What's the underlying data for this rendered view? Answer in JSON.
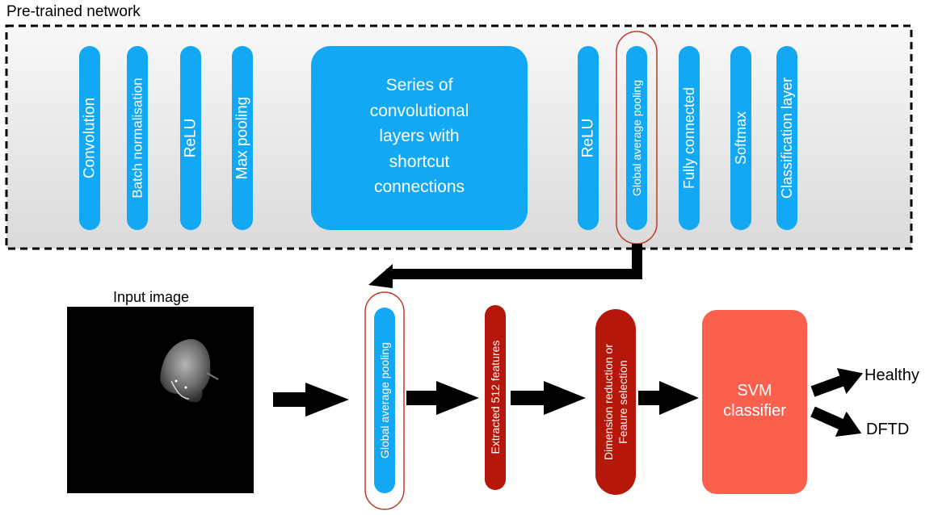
{
  "title": "Pre-trained network",
  "colors": {
    "layer_blue": "#12a8f4",
    "feature_red": "#b5170b",
    "svm_salmon": "#fb5f4e",
    "highlight_outline": "#c0392b",
    "frame_fill_top": "#f7f7f7",
    "frame_fill_bottom": "#dcdcdc",
    "arrow": "#000000"
  },
  "network": {
    "layers": [
      {
        "label": "Convolution"
      },
      {
        "label": "Batch normalisation"
      },
      {
        "label": "ReLU"
      },
      {
        "label": "Max pooling"
      },
      {
        "label": "Series of convolutional layers with shortcut connections",
        "lines": [
          "Series of",
          "convolutional",
          "layers with",
          "shortcut",
          "connections"
        ]
      },
      {
        "label": "ReLU"
      },
      {
        "label": "Global average pooling",
        "highlighted": true
      },
      {
        "label": "Fully connected"
      },
      {
        "label": "Softmax"
      },
      {
        "label": "Classification layer"
      }
    ]
  },
  "pipeline": {
    "input_label": "Input image",
    "gap_label": "Global average pooling",
    "features_label": "Extracted 512 features",
    "reduction_lines": [
      "Dimension reduction or",
      "Feaure selection"
    ],
    "svm_lines": [
      "SVM",
      "classifier"
    ],
    "outputs": [
      "Healthy",
      "DFTD"
    ]
  }
}
